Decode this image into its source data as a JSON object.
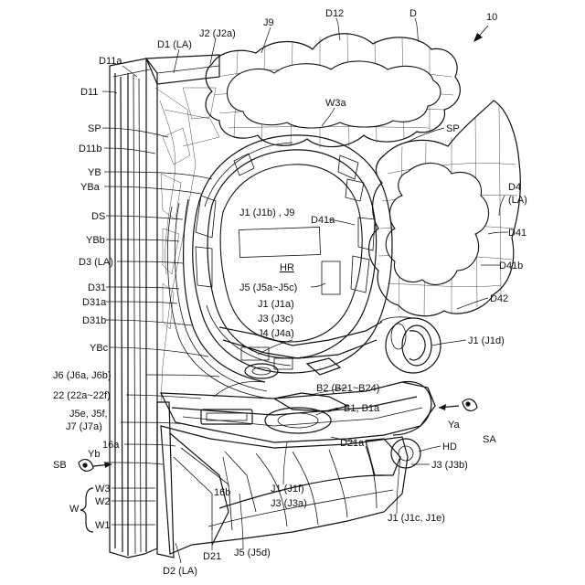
{
  "figure_ref": "10",
  "labels": {
    "D12": "D12",
    "D": "D",
    "J9": "J9",
    "D1_LA": "D1 (LA)",
    "J2_J2a": "J2 (J2a)",
    "D11a": "D11a",
    "D11": "D11",
    "W3a": "W3a",
    "SP_left": "SP",
    "SP_right": "SP",
    "D11b": "D11b",
    "YB": "YB",
    "YBa": "YBa",
    "D4": "D4",
    "LA": "(LA)",
    "J1_J1b_J9": "J1 (J1b) , J9",
    "DS": "DS",
    "D41a": "D41a",
    "D41": "D41",
    "YBb": "YBb",
    "HR": "HR",
    "D3_LA": "D3 (LA)",
    "D41b": "D41b",
    "J5_J5a_J5c": "J5 (J5a~J5c)",
    "D31": "D31",
    "D42": "D42",
    "D31a": "D31a",
    "J1_J1a": "J1 (J1a)",
    "J3_J3c": "J3 (J3c)",
    "D31b": "D31b",
    "J1_J1d": "J1 (J1d)",
    "J4_J4a": "J4 (J4a)",
    "YBc": "YBc",
    "J6_J6a_J6b": "J6 (J6a, J6b)",
    "B2_B21_B24": "B2 (B21~B24)",
    "22_22a_22f": "22 (22a~22f)",
    "B1_B1a": "B1, B1a",
    "J5e_J5f": "J5e, J5f,",
    "Ya": "Ya",
    "J7_J7a": "J7 (J7a)",
    "SA": "SA",
    "D21a": "D21a",
    "16a": "16a",
    "HD": "HD",
    "Yb": "Yb",
    "SB": "SB",
    "J3_J3b": "J3 (J3b)",
    "W3": "W3",
    "16b": "16b",
    "J1_J1f": "J1 (J1f)",
    "W": "W",
    "W2": "W2",
    "J3_J3a": "J3 (J3a)",
    "W1": "W1",
    "J1_J1c_J1e": "J1 (J1c, J1e)",
    "D21": "D21",
    "J5_J5d": "J5 (J5d)",
    "D2_LA": "D2 (LA)"
  }
}
